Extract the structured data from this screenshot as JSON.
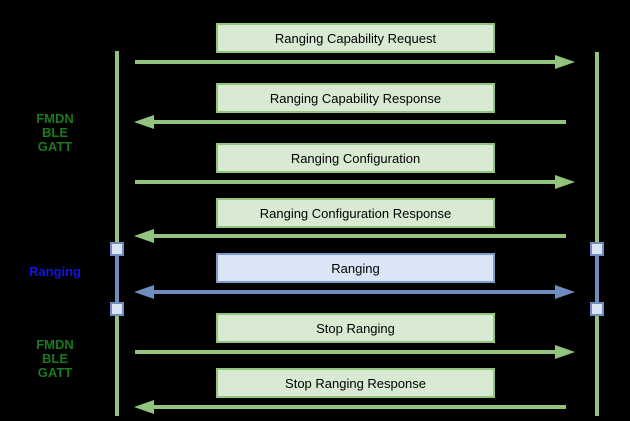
{
  "colors": {
    "background": "#000000",
    "green_line": "#93c47d",
    "green_fill": "#d9ead3",
    "green_text": "#1a7a1f",
    "blue_line": "#6e8cbe",
    "blue_fill": "#dae5f5",
    "blue_box_border": "#7d9bc8",
    "blue_text": "#1414dd",
    "box_text": "#000000"
  },
  "side_labels": [
    {
      "name": "fmdn-ble-gatt-top",
      "lines": [
        "FMDN",
        "BLE",
        "GATT"
      ],
      "theme": "green"
    },
    {
      "name": "ranging",
      "lines": [
        "Ranging"
      ],
      "theme": "blue"
    },
    {
      "name": "fmdn-ble-gatt-bottom",
      "lines": [
        "FMDN",
        "BLE",
        "GATT"
      ],
      "theme": "green"
    }
  ],
  "messages": [
    {
      "label": "Ranging Capability Request",
      "direction": "right",
      "theme": "green"
    },
    {
      "label": "Ranging Capability Response",
      "direction": "left",
      "theme": "green"
    },
    {
      "label": "Ranging Configuration",
      "direction": "right",
      "theme": "green"
    },
    {
      "label": "Ranging Configuration Response",
      "direction": "left",
      "theme": "green"
    },
    {
      "label": "Ranging",
      "direction": "bidirectional",
      "theme": "blue"
    },
    {
      "label": "Stop Ranging",
      "direction": "right",
      "theme": "green"
    },
    {
      "label": "Stop Ranging Response",
      "direction": "left",
      "theme": "green"
    }
  ]
}
